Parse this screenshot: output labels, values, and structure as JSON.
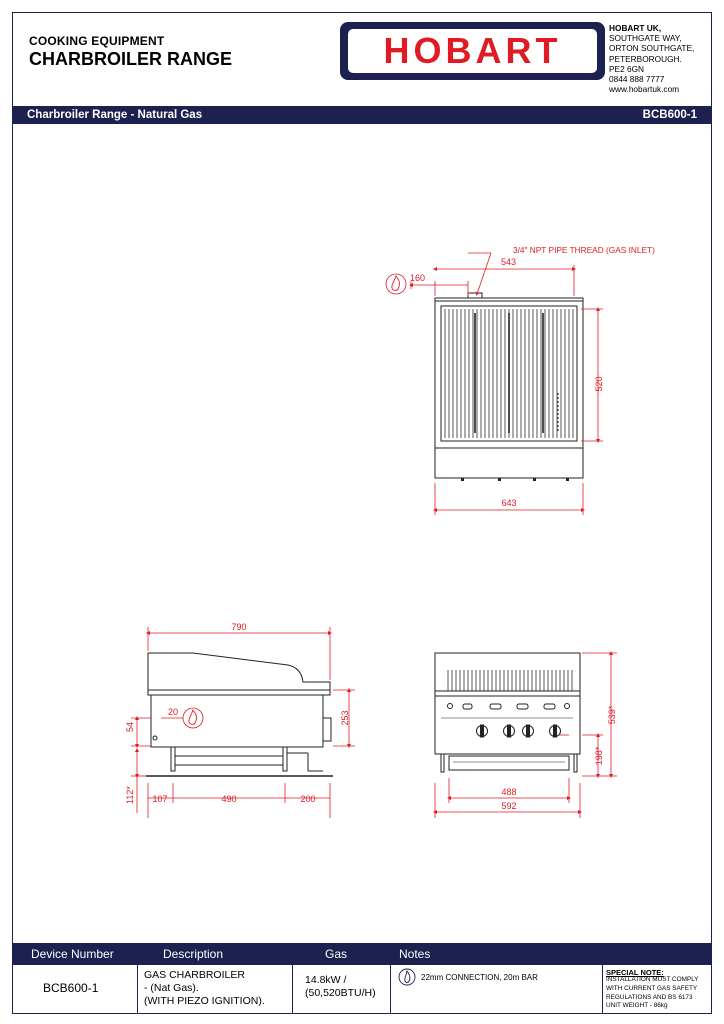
{
  "header": {
    "category": "COOKING EQUIPMENT",
    "title": "CHARBROILER RANGE",
    "brand": "HOBART",
    "address": [
      "HOBART UK,",
      "SOUTHGATE WAY,",
      "ORTON SOUTHGATE,",
      "PETERBOROUGH.",
      "PE2 6GN",
      "0844 888 7777",
      "www.hobartuk.com"
    ]
  },
  "title_bar": {
    "product": "Charbroiler Range - Natural Gas",
    "model": "BCB600-1"
  },
  "dimensions": {
    "gas_inlet_note": "3/4\" NPT PIPE THREAD (GAS INLET)",
    "top_inlet_offset": "160",
    "top_width_inner": "543",
    "top_depth": "520",
    "top_overall_width": "643",
    "side_overall_depth": "790",
    "side_inlet_offset": "20",
    "side_inlet_height": "54",
    "side_inlet_to_top": "253",
    "side_leg_height": "112*",
    "side_front": "107",
    "side_mid": "490",
    "side_rear": "200",
    "front_height": "539*",
    "front_leg_to_base": "198*",
    "front_inner_width": "488",
    "front_overall_width": "592"
  },
  "colors": {
    "brand_navy": "#1d2150",
    "dimension_red": "#e01b24"
  },
  "table": {
    "headers": [
      "Device Number",
      "Description",
      "Gas",
      "Notes"
    ],
    "device_number": "BCB600-1",
    "description": [
      "GAS CHARBROILER",
      "- (Nat Gas).",
      "(WITH PIEZO IGNITION)."
    ],
    "gas": [
      "14.8kW /",
      "(50,520BTU/H)"
    ],
    "note": "22mm CONNECTION, 20m BAR",
    "note_icon": "gas-flame-icon",
    "special_note_title": "SPECIAL NOTE:",
    "special_note": [
      "INSTALLATION MUST COMPLY",
      "WITH CURRENT GAS SAFETY",
      "REGULATIONS AND BS 6173",
      " UNIT WEIGHT - 86kg"
    ]
  }
}
